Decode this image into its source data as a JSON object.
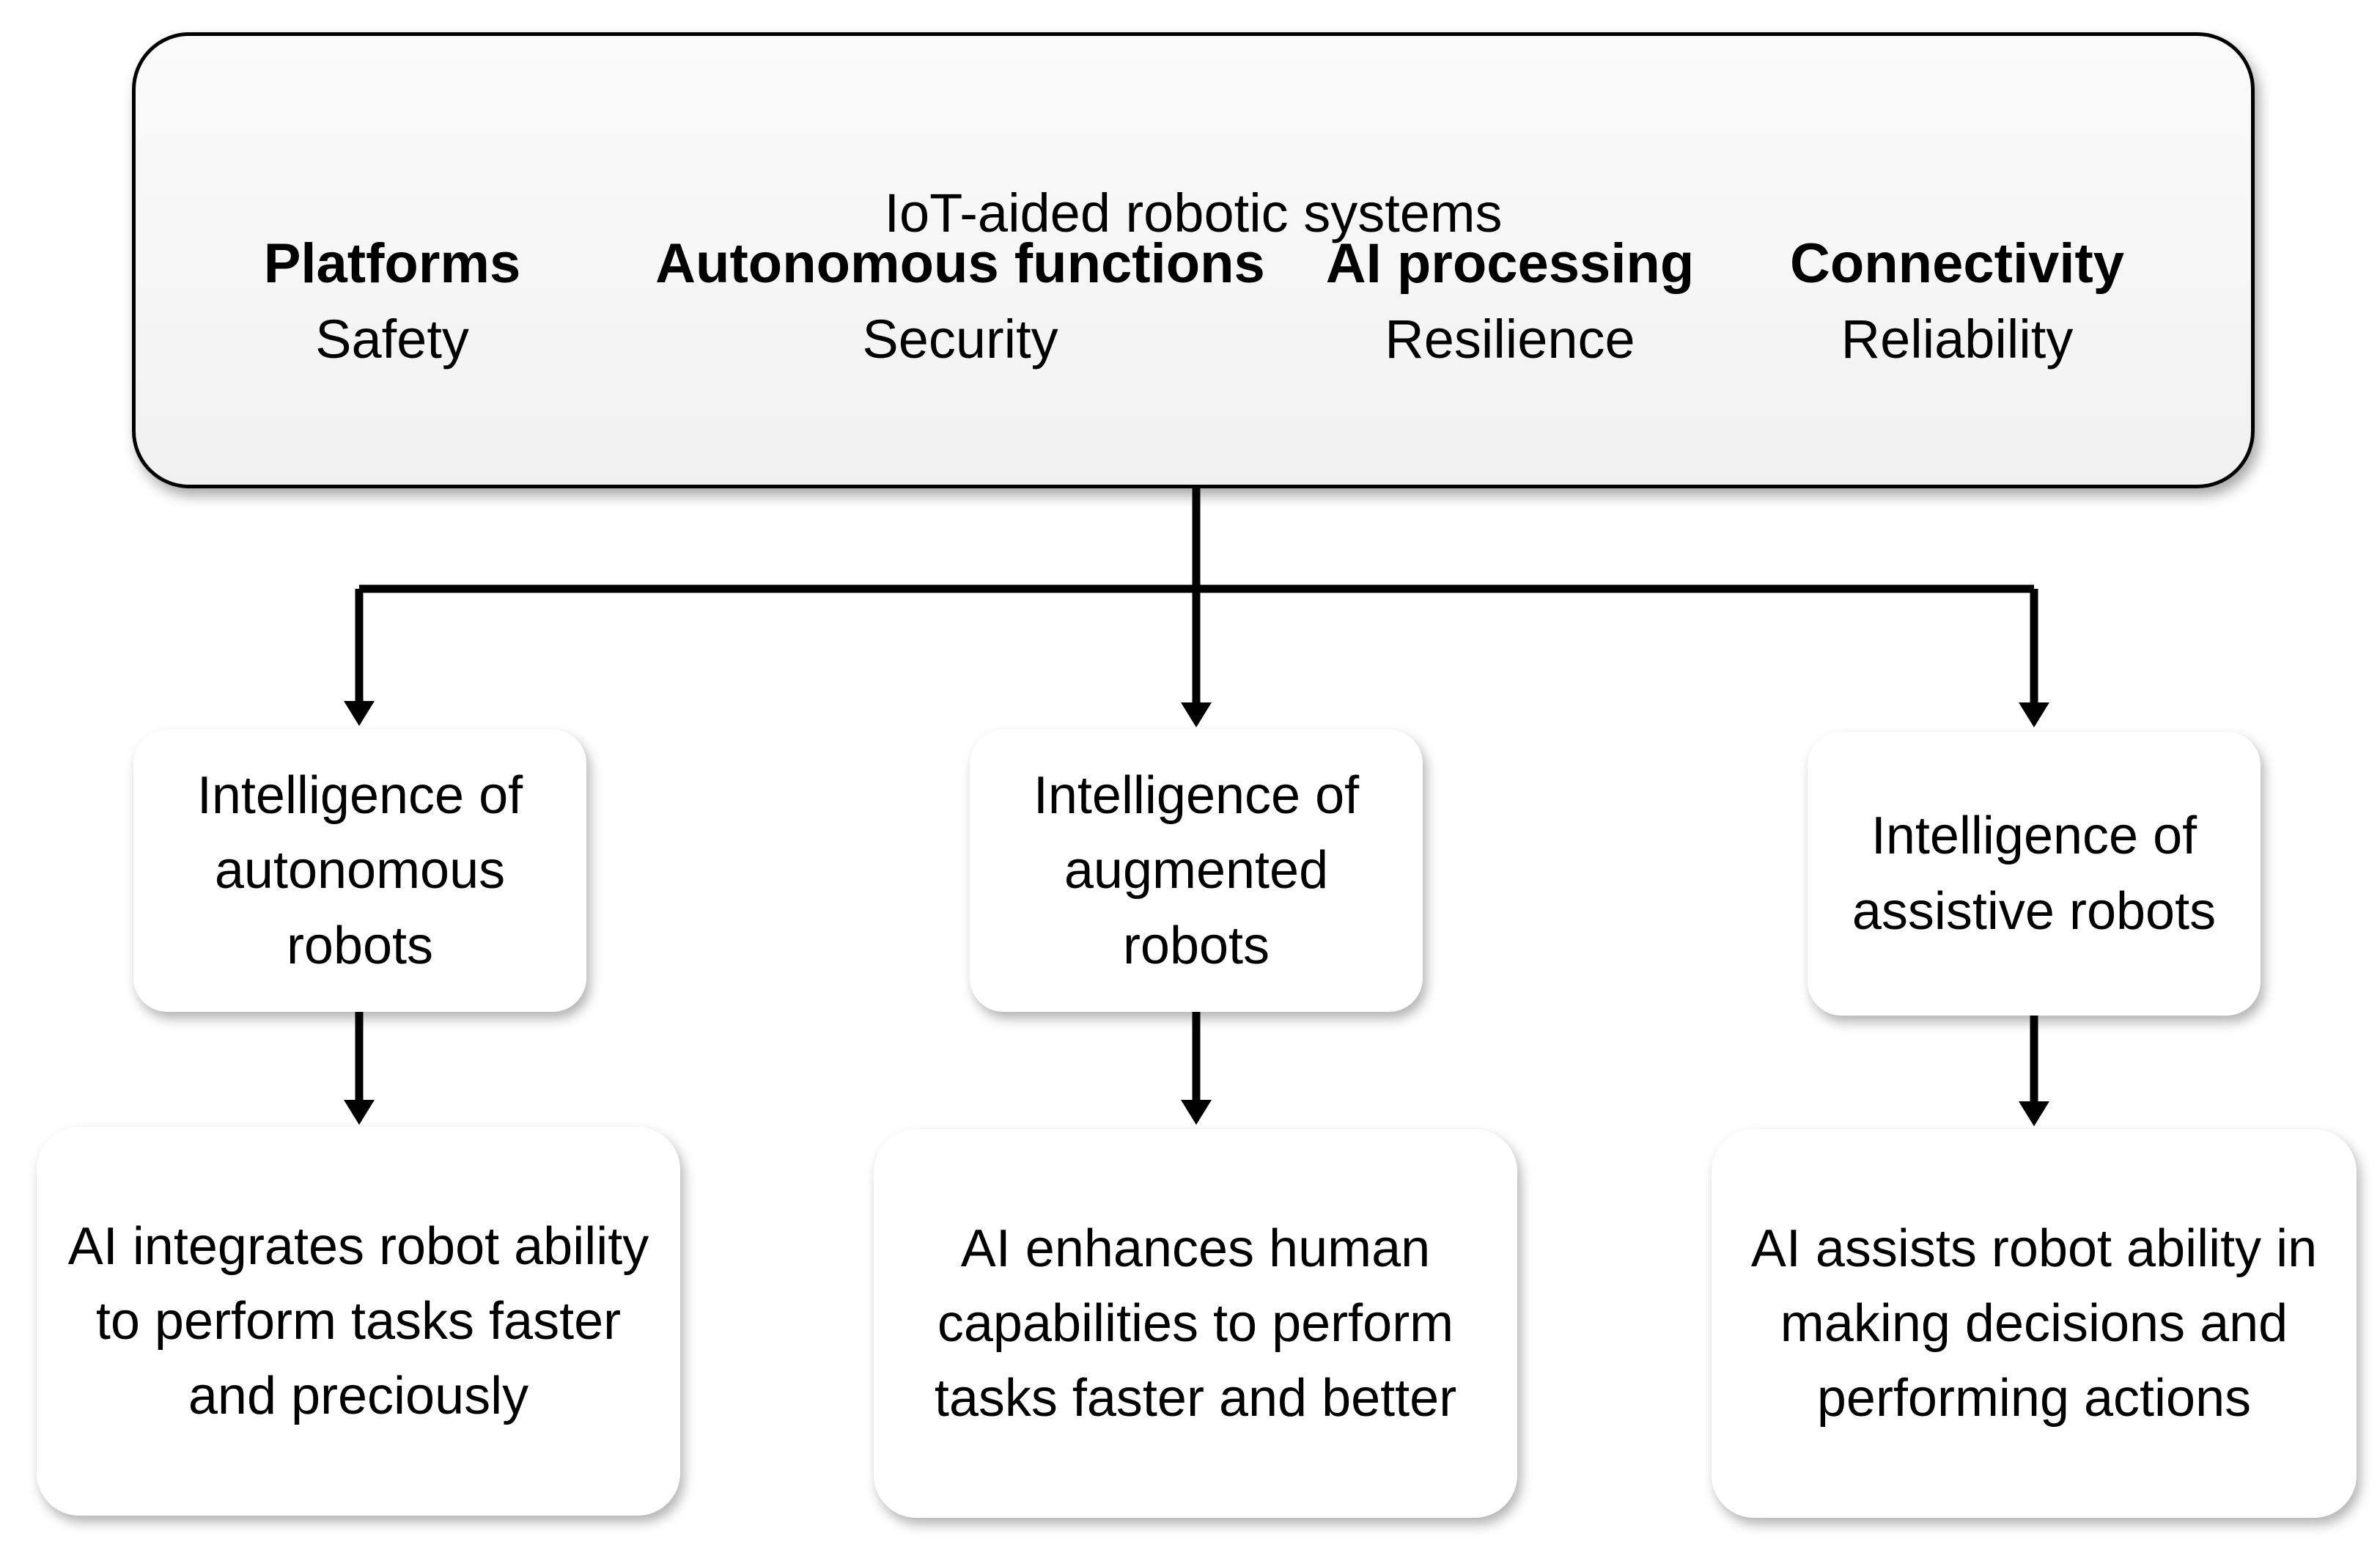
{
  "top": {
    "title": "IoT-aided robotic systems",
    "columns": [
      {
        "head": "Platforms",
        "sub": "Safety"
      },
      {
        "head": "Autonomous functions",
        "sub": "Security"
      },
      {
        "head": "AI processing",
        "sub": "Resilience"
      },
      {
        "head": "Connectivity",
        "sub": "Reliability"
      }
    ]
  },
  "intelligence": [
    {
      "label": "Intelligence of autonomous robots"
    },
    {
      "label": "Intelligence of augmented robots"
    },
    {
      "label": "Intelligence of assistive robots"
    }
  ],
  "outcomes": [
    {
      "label": "AI integrates robot ability to perform tasks faster and preciously"
    },
    {
      "label": "AI enhances human capabilities to perform tasks faster and better"
    },
    {
      "label": "AI assists robot ability in making decisions and performing actions"
    }
  ]
}
